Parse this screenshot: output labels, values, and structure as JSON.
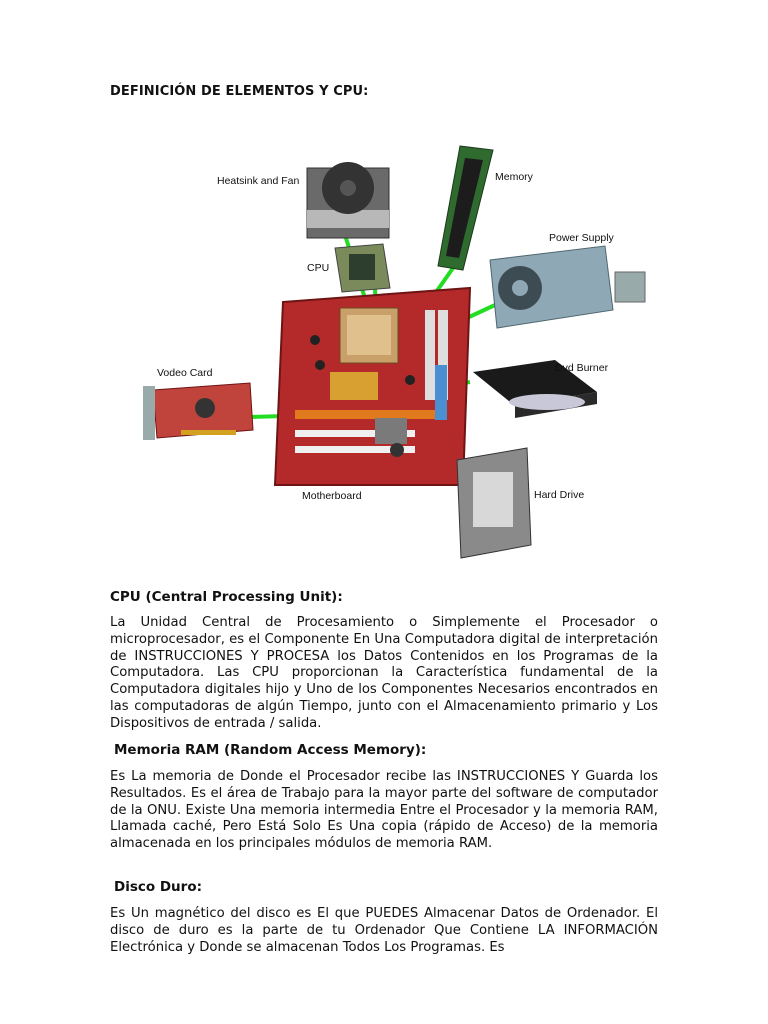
{
  "doc": {
    "title": "DEFINICIÓN DE ELEMENTOS Y CPU:",
    "figure": {
      "labels": {
        "heatsink": "Heatsink and Fan",
        "cpu": "CPU",
        "memory": "Memory",
        "power_supply": "Power Supply",
        "video_card": "Vodeo Card",
        "dvd_burner": "Dvd Burner",
        "motherboard": "Motherboard",
        "hard_drive": "Hard Drive"
      },
      "colors": {
        "connector": "#22dd22",
        "board": "#b42a2a",
        "psu": "#8fa8b5"
      }
    },
    "sections": [
      {
        "heading": "CPU (Central Processing Unit):",
        "body": "La Unidad Central de Procesamiento o Simplemente el Procesador o microprocesador, es el Componente En Una Computadora digital de interpretación de INSTRUCCIONES Y PROCESA los Datos Contenidos en los Programas de la Computadora. Las CPU proporcionan la Característica fundamental de la Computadora digitales hijo y Uno de los Componentes Necesarios encontrados en las computadoras de algún Tiempo, junto con el Almacenamiento primario y Los Dispositivos de entrada / salida."
      },
      {
        "heading": "Memoria RAM (Random Access Memory):",
        "body": "Es La memoria de Donde el Procesador recibe las INSTRUCCIONES Y Guarda los Resultados. Es el área de Trabajo para la mayor parte del software de computador de la ONU. Existe Una memoria intermedia Entre el Procesador y la memoria RAM, Llamada caché, Pero Está Solo Es Una copia (rápido de Acceso) de la memoria almacenada en los principales módulos de memoria RAM."
      },
      {
        "heading": "Disco Duro:",
        "body": "Es Un magnético del disco es El que PUEDES Almacenar Datos de Ordenador. El disco de duro es la parte de tu Ordenador Que Contiene LA INFORMACIÓN Electrónica y Donde se almacenan Todos Los Programas. Es"
      }
    ]
  }
}
